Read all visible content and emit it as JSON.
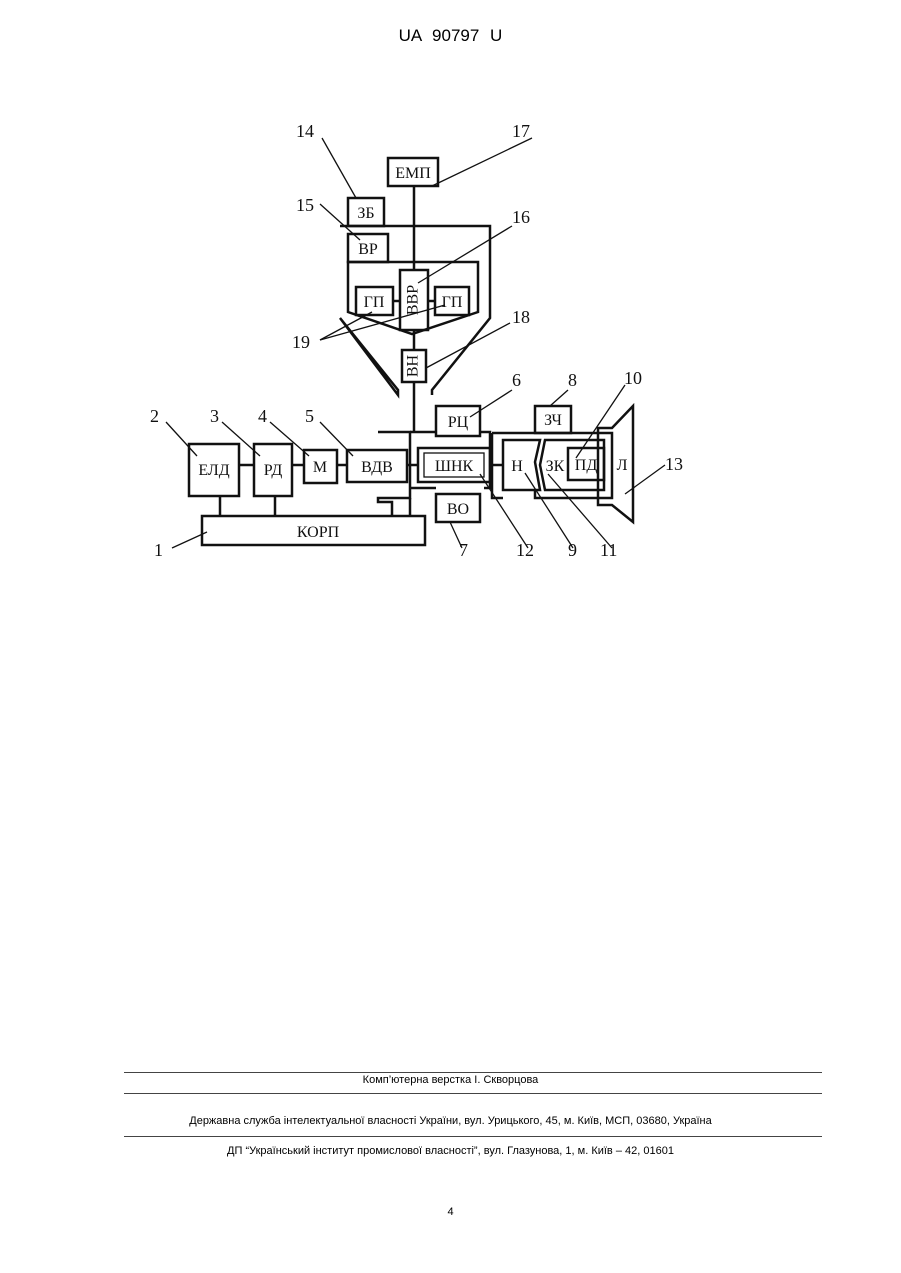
{
  "header": {
    "patent_id": "UA   90797   U"
  },
  "diagram": {
    "blocks": {
      "emp": "ЕМП",
      "zb": "ЗБ",
      "vr": "ВР",
      "gp_left": "ГП",
      "vvr": "ВВР",
      "gp_right": "ГП",
      "vn": "ВН",
      "rc": "РЦ",
      "zch": "ЗЧ",
      "eld": "ЕЛД",
      "rd": "РД",
      "m": "М",
      "vdv": "ВДВ",
      "shnk": "ШНК",
      "n": "Н",
      "zk": "ЗК",
      "pd": "ПД",
      "l": "Л",
      "vo": "ВО",
      "korp": "КОРП"
    },
    "refs": {
      "r1": "1",
      "r2": "2",
      "r3": "3",
      "r4": "4",
      "r5": "5",
      "r6": "6",
      "r7": "7",
      "r8": "8",
      "r9": "9",
      "r10": "10",
      "r11": "11",
      "r12": "12",
      "r13": "13",
      "r14": "14",
      "r15": "15",
      "r16": "16",
      "r17": "17",
      "r18": "18",
      "r19": "19"
    }
  },
  "footer": {
    "layout_credit": "Комп’ютерна верстка І. Скворцова",
    "agency": "Державна служба інтелектуальної власності України, вул. Урицького, 45, м. Київ, МСП, 03680, Україна",
    "institute": "ДП “Український інститут промислової власності”, вул. Глазунова, 1, м. Київ – 42, 01601",
    "page_number": "4"
  }
}
